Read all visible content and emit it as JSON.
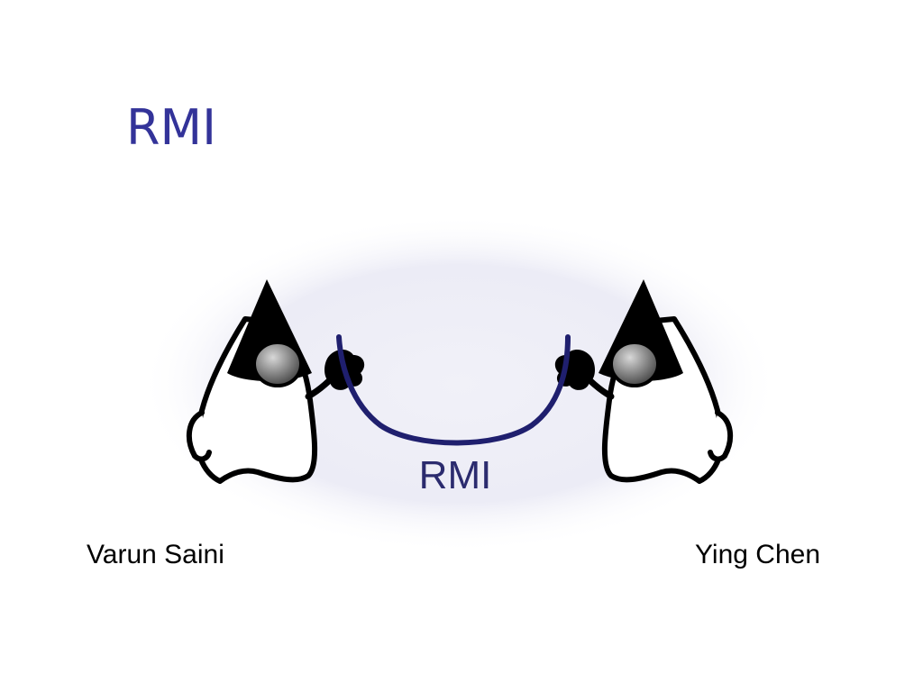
{
  "slide": {
    "title": "RMI",
    "illustration": {
      "caption": "RMI",
      "connection_icon": "cable-icon",
      "left_figure_icon": "java-duke-mascot-icon",
      "right_figure_icon": "java-duke-mascot-icon",
      "colors": {
        "title": "#333399",
        "cable": "#1f1f6e",
        "caption": "#2b2b6e",
        "halo": "#e8e8f4"
      }
    },
    "authors": {
      "left": "Varun Saini",
      "right": "Ying Chen"
    }
  }
}
